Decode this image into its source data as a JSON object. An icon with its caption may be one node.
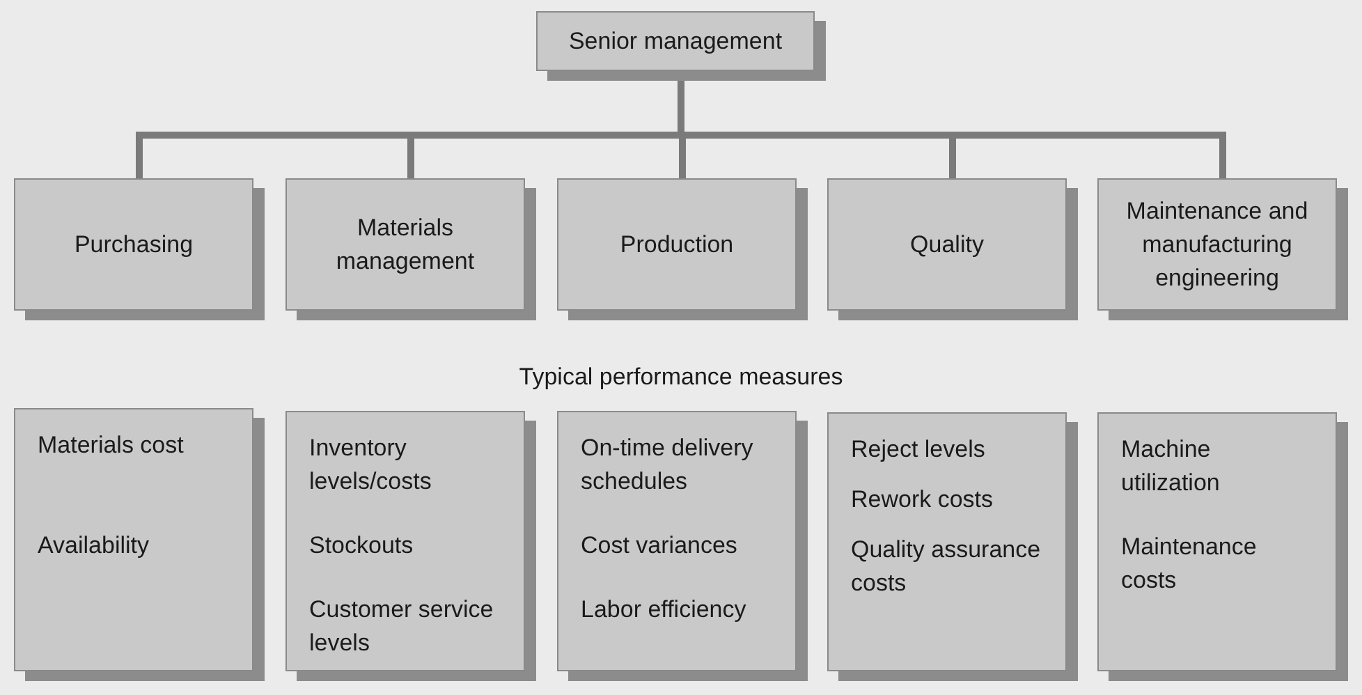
{
  "diagram": {
    "nodes": [
      {
        "text": [
          "Senior management"
        ]
      },
      {
        "text": [
          "Purchasing"
        ]
      },
      {
        "text": [
          "Materials management"
        ]
      },
      {
        "text": [
          "Production"
        ]
      },
      {
        "text": [
          "Quality"
        ]
      },
      {
        "text": [
          "Maintenance and manufacturing engineering"
        ]
      },
      {
        "text": [
          "Materials cost",
          "Availability"
        ]
      },
      {
        "text": [
          "Inventory levels/costs",
          "Stockouts",
          "Customer service levels"
        ]
      },
      {
        "text": [
          "On-time delivery schedules",
          "Cost variances",
          "Labor efficiency"
        ]
      },
      {
        "text": [
          "Reject levels",
          "Rework costs",
          "Quality assurance costs"
        ]
      },
      {
        "text": [
          "Machine utilization",
          "Maintenance costs"
        ]
      }
    ],
    "edges": [
      {
        "from": 0,
        "to": 1,
        "arrow": "none"
      },
      {
        "from": 0,
        "to": 2,
        "arrow": "none"
      },
      {
        "from": 0,
        "to": 3,
        "arrow": "none"
      },
      {
        "from": 0,
        "to": 4,
        "arrow": "none"
      },
      {
        "from": 0,
        "to": 5,
        "arrow": "none"
      }
    ],
    "labels": [
      "Typical performance measures"
    ]
  }
}
